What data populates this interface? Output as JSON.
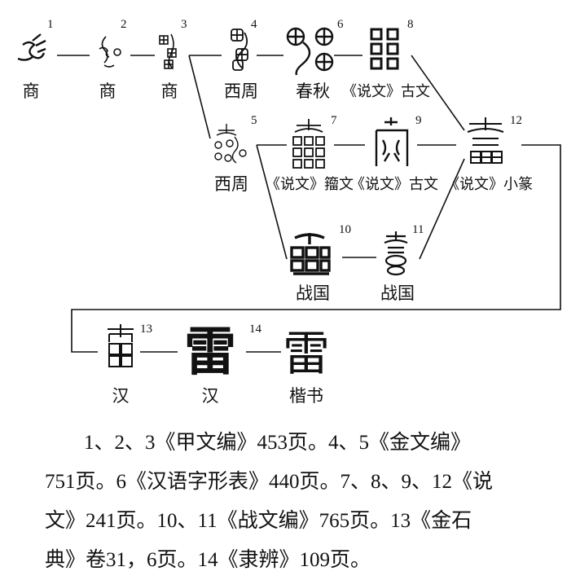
{
  "nodes": [
    {
      "num": "1",
      "label": "商",
      "char": "雷"
    },
    {
      "num": "2",
      "label": "商",
      "char": "雷"
    },
    {
      "num": "3",
      "label": "商",
      "char": "雷"
    },
    {
      "num": "4",
      "label": "西周",
      "char": "雷"
    },
    {
      "num": "5",
      "label": "西周",
      "char": "雷"
    },
    {
      "num": "6",
      "label": "春秋",
      "char": "雷"
    },
    {
      "num": "7",
      "label": "《说文》籀文",
      "char": "靁"
    },
    {
      "num": "8",
      "label": "《说文》古文",
      "char": "雷"
    },
    {
      "num": "9",
      "label": "《说文》古文",
      "char": "雷"
    },
    {
      "num": "10",
      "label": "战国",
      "char": "靁"
    },
    {
      "num": "11",
      "label": "战国",
      "char": "雷"
    },
    {
      "num": "12",
      "label": "《说文》小篆",
      "char": "靁"
    },
    {
      "num": "13",
      "label": "汉",
      "char": "雷"
    },
    {
      "num": "14",
      "label": "汉",
      "char": "雷"
    },
    {
      "num": "",
      "label": "楷书",
      "char": "雷"
    }
  ],
  "caption": {
    "line1": "1、2、3《甲文编》453页。4、5《金文编》",
    "line2": "751页。6《汉语字形表》440页。7、8、9、12《说",
    "line3": "文》241页。10、11《战文编》765页。13《金石",
    "line4": "典》卷31，6页。14《隶辨》109页。"
  }
}
